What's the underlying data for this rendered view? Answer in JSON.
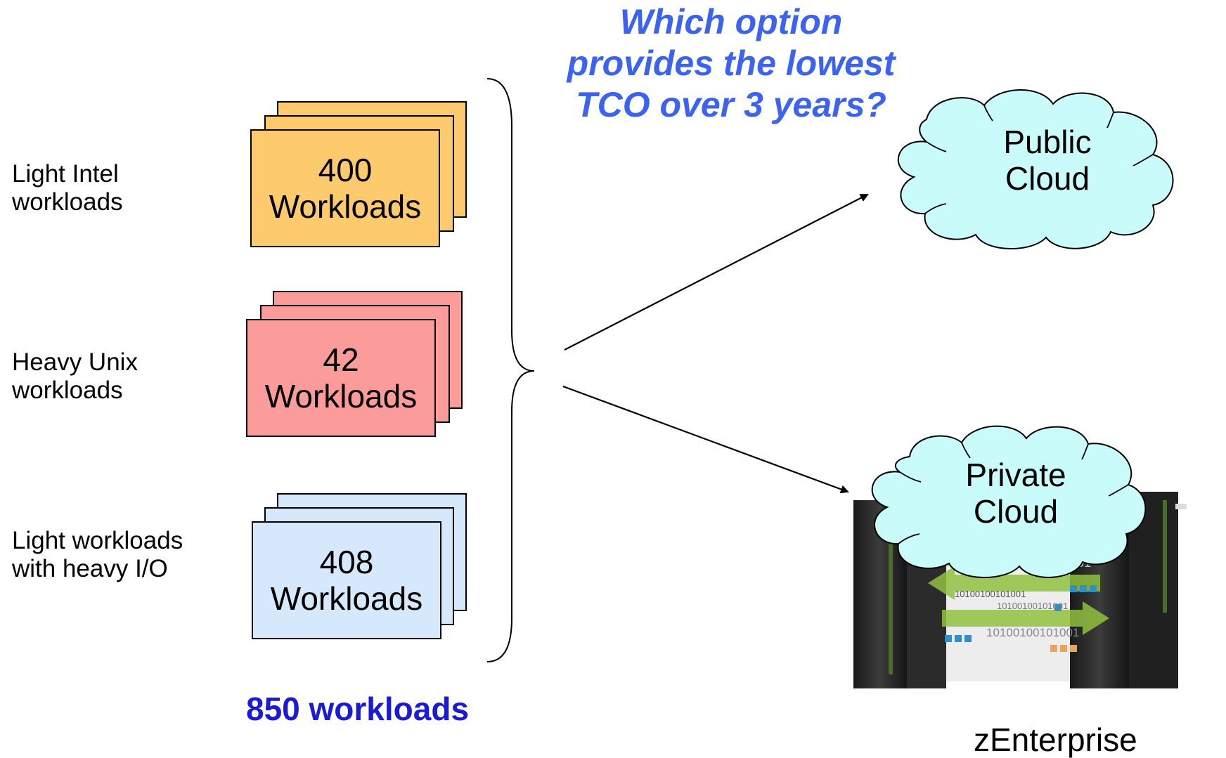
{
  "question": "Which option\nprovides the lowest\nTCO over 3 years?",
  "groups": [
    {
      "label": "Light Intel\nworkloads",
      "count": "400",
      "unit": "Workloads",
      "color": "#fdcb6e"
    },
    {
      "label": "Heavy Unix\nworkloads",
      "count": "42",
      "unit": "Workloads",
      "color": "#fb9b9a"
    },
    {
      "label": "Light workloads\nwith heavy I/O",
      "count": "408",
      "unit": "Workloads",
      "color": "#d6e9fc"
    }
  ],
  "total": "850 workloads",
  "options": {
    "public_cloud": "Public\nCloud",
    "private_cloud": "Private\nCloud"
  },
  "server_caption": "zEnterprise",
  "server_binary": [
    "10100100101001",
    "10100100101001",
    "10100100101001",
    "10100100101001"
  ],
  "colors": {
    "question": "#3b63f0",
    "total": "#1b1bd6",
    "cloud_fill": "#c9fbfb",
    "arrow_green": "#8fc13e"
  }
}
